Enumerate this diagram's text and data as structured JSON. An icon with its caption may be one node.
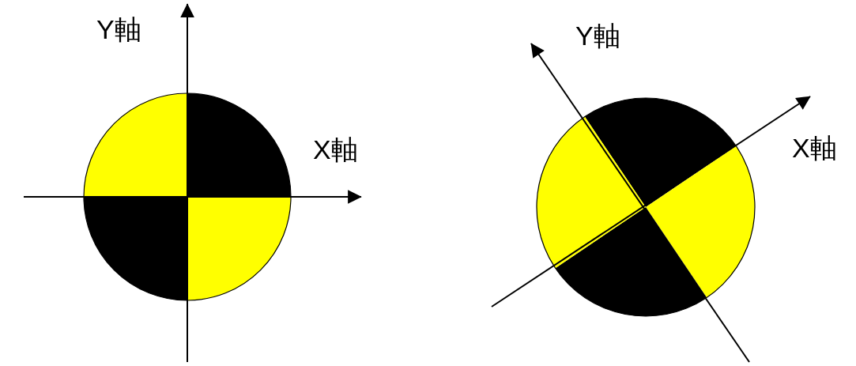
{
  "diagram": {
    "labels": [
      "Y軸",
      "X軸",
      "Y軸",
      "X軸"
    ]
  }
}
